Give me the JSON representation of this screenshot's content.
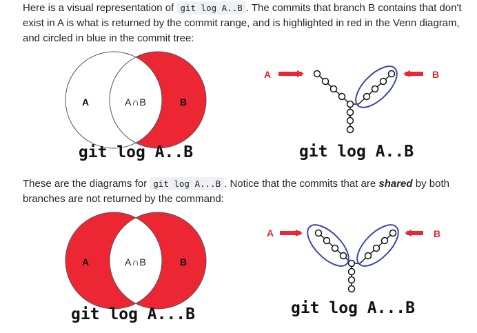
{
  "para1": {
    "before": "Here is a visual representation of ",
    "code": "git log A..B",
    "after": ". The commits that branch B contains that don't exist in A is what is returned by the commit range, and is highlighted in red in the Venn diagram, and circled in blue in the commit tree:"
  },
  "para2": {
    "before": "These are the diagrams for ",
    "code": "git log A...B",
    "middle": ". Notice that the commits that are ",
    "emphasis": "shared",
    "after": " by both branches are not returned by the command:"
  },
  "venn1": {
    "left_label": "A",
    "intersection_label": "A∩B",
    "right_label": "B",
    "caption": "git log A..B"
  },
  "tree1": {
    "left_label": "A",
    "right_label": "B",
    "caption": "git log A..B"
  },
  "venn2": {
    "left_label": "A",
    "intersection_label": "A∩B",
    "right_label": "B",
    "caption": "git log A...B"
  },
  "tree2": {
    "left_label": "A",
    "right_label": "B",
    "caption": "git log A...B"
  },
  "colors": {
    "red": "#ed2633",
    "blue": "#3b45b8",
    "text": "#1f2328",
    "code_bg": "#eef0f2"
  }
}
